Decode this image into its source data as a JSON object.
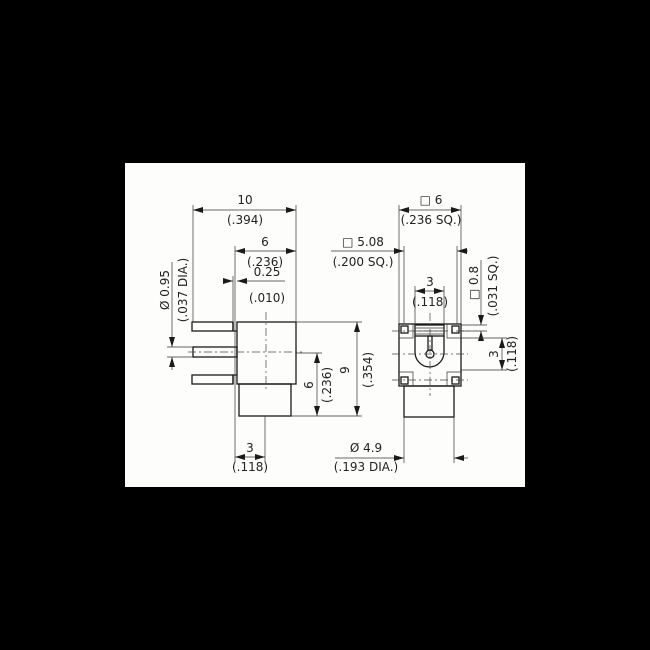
{
  "drawing": {
    "side_view": {
      "overall_width": {
        "value": "10",
        "inch": "(.394)"
      },
      "body_width": {
        "value": "6",
        "inch": "(.236)"
      },
      "offset": {
        "value": "0.25",
        "inch": "(.010)"
      },
      "pin_dia": {
        "value": "Ø 0.95",
        "inch": "(.037 DIA.)"
      },
      "pin_to_bottom": {
        "value": "6",
        "inch": "(.236)"
      },
      "height": {
        "value": "9",
        "inch": "(.354)"
      },
      "center_offset": {
        "value": "3",
        "inch": "(.118)"
      }
    },
    "front_view": {
      "outer_square": {
        "value": "□ 6",
        "inch": "(.236 SQ.)"
      },
      "pin_square": {
        "value": "□ 5.08",
        "inch": "(.200 SQ.)"
      },
      "inner_width": {
        "value": "3",
        "inch": "(.118)"
      },
      "pin_size": {
        "value": "□ 0.8",
        "inch": "(.031 SQ.)"
      },
      "center_height": {
        "value": "3",
        "inch": "(.118)"
      },
      "barrel_dia": {
        "value": "Ø 4.9",
        "inch": "(.193 DIA.)"
      }
    }
  }
}
